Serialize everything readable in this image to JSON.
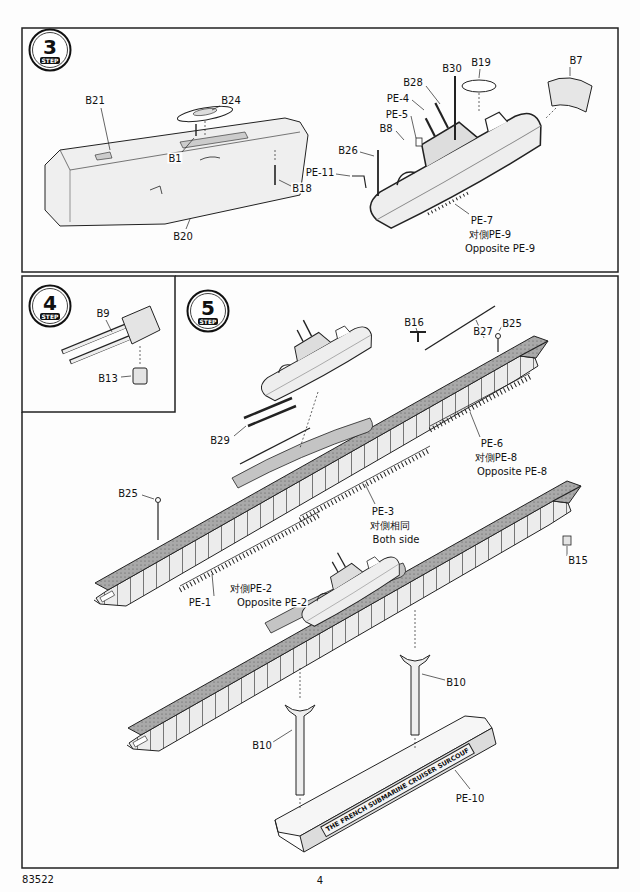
{
  "diagram": {
    "nodes": [
      {
        "text": [
          "3",
          "STEP"
        ]
      },
      {
        "text": [
          "4",
          "STEP"
        ]
      },
      {
        "text": [
          "5",
          "STEP"
        ]
      },
      {
        "text": [
          "THE FRENCH SUBMARINE CRUISER SURCOUF"
        ]
      }
    ],
    "labels": [
      "B21",
      "B24",
      "B1",
      "B18",
      "B20",
      "B30",
      "B19",
      "B28",
      "PE-4",
      "B7",
      "PE-5",
      "B8",
      "B26",
      "PE-11",
      "PE-7",
      "对側PE-9",
      "Opposite PE-9",
      "B9",
      "B13",
      "B16",
      "B27",
      "B25",
      "B29",
      "PE-6",
      "对側PE-8",
      "Opposite PE-8",
      "B25",
      "PE-3",
      "对側相同",
      "Both side",
      "对側PE-2",
      "PE-1",
      "Opposite PE-2",
      "B15",
      "B10",
      "B10",
      "PE-10",
      "83522",
      "4"
    ]
  }
}
